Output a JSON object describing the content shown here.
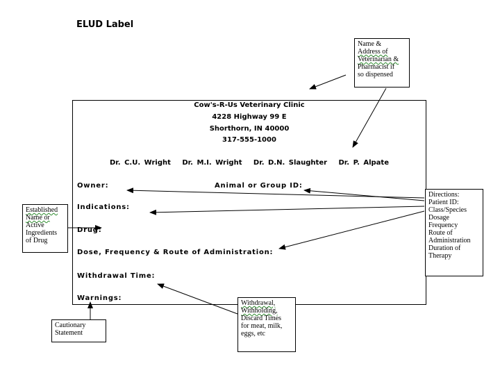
{
  "title": "ELUD Label",
  "clinic": {
    "name": "Cow's-R-Us Veterinary Clinic",
    "address": "4228 Highway 99 E",
    "city": "Shorthorn, IN 40000",
    "phone": "317-555-1000"
  },
  "doctors": [
    "Dr. C.U. Wright",
    "Dr. M.I. Wright",
    "Dr. D.N. Slaughter",
    "Dr. P. Alpate"
  ],
  "fields": {
    "owner": "Owner:",
    "animal_id": "Animal or Group ID:",
    "indications": "Indications:",
    "drug": "Drug:",
    "dose": "Dose, Frequency & Route of Administration:",
    "withdrawal": "Withdrawal Time:",
    "warnings": "Warnings:"
  },
  "notes": {
    "vet_name": [
      "Name &",
      "Address of",
      "Veterinarian &",
      "Pharmacist if",
      "so dispensed"
    ],
    "directions": [
      "Directions:",
      "Patient ID:",
      "Class/Species",
      "Dosage",
      "Frequency",
      "Route of",
      "Administration",
      "Duration of",
      "Therapy"
    ],
    "established": [
      "Established",
      "Name or",
      "Active",
      "Ingredients",
      "of Drug"
    ],
    "withdrawal_times": [
      "Withdrawal,",
      "Withholding,",
      "Discard Times",
      "for meat, milk,",
      "eggs, etc"
    ],
    "cautionary": [
      "Cautionary",
      "Statement"
    ]
  }
}
